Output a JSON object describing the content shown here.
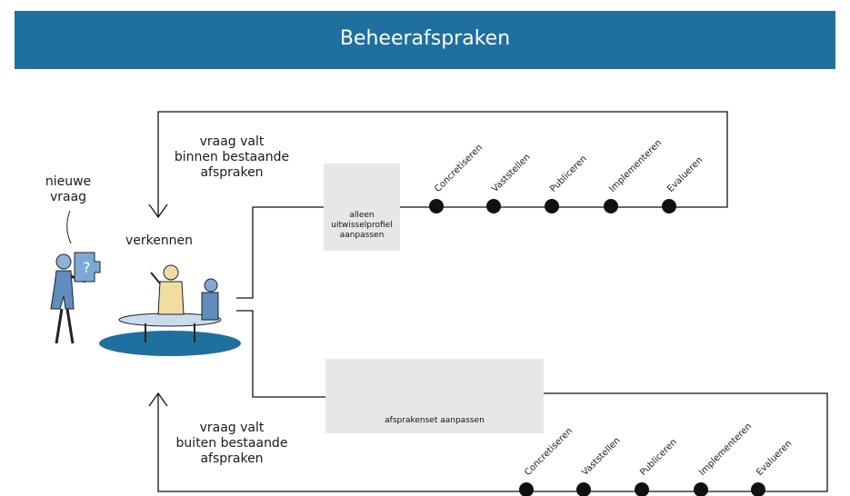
{
  "title": "Beheerafspraken",
  "labels": {
    "new_question": "nieuwe\nvraag",
    "explore": "verkennen",
    "within": "vraag valt\nbinnen bestaande\nafspraken",
    "outside": "vraag valt\nbuiten bestaande\nafspraken"
  },
  "top_box_label": "alleen\nuitwisselprofiel\naanpassen",
  "bottom_box_label": "afsprakenset aanpassen",
  "top_steps": [
    "Concretiseren",
    "Vaststellen",
    "Publiceren",
    "Implementeren",
    "Evalueren"
  ],
  "bottom_steps": [
    "Concretiseren",
    "Vaststellen",
    "Publiceren",
    "Implementeren",
    "Evalueren"
  ],
  "colors": {
    "banner": "#1f6f9f",
    "accent": "#1f6f9f",
    "box": "#e7e7e7"
  },
  "icons": [
    "question-puzzle-person-icon",
    "meeting-table-icon",
    "checklist-exchange-icon",
    "open-book-icon",
    "block-diagram-icon"
  ]
}
